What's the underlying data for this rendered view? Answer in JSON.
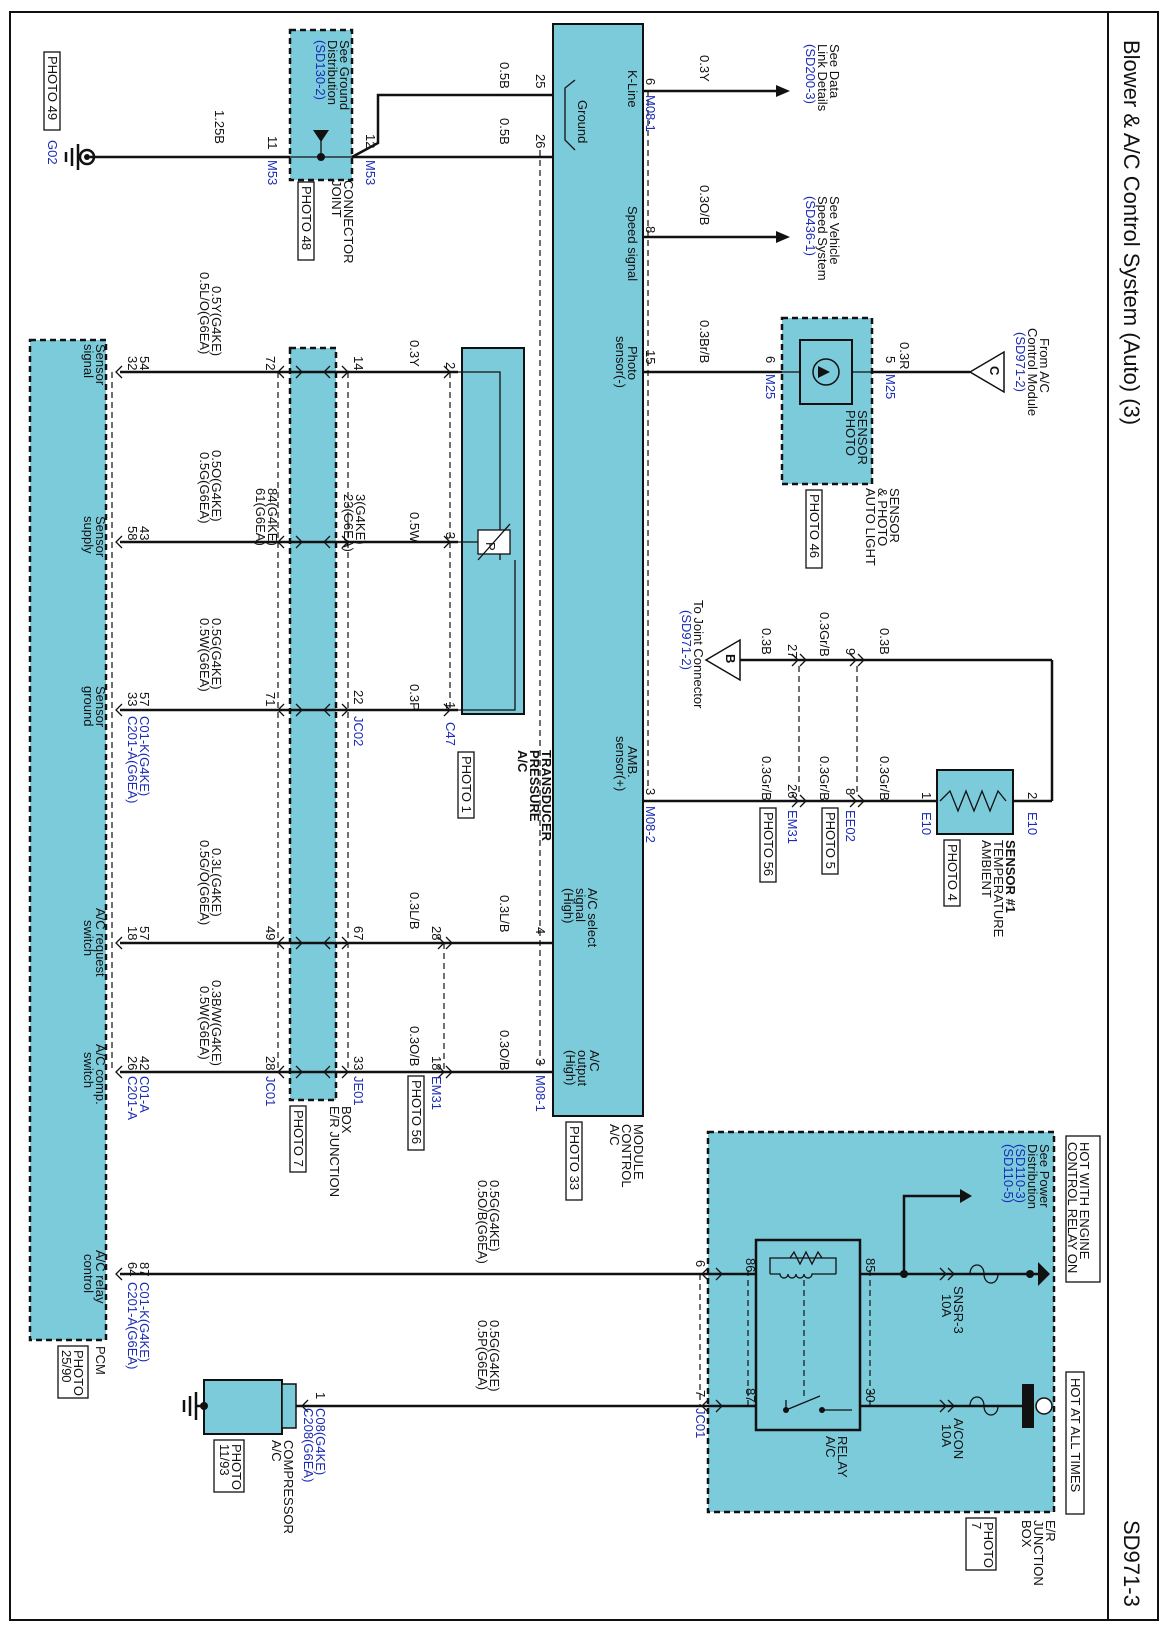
{
  "title": "Blower & A/C Control System (Auto) (3)",
  "page_code": "SD971-3",
  "ground": {
    "photo": "PHOTO 49",
    "id": "G02",
    "wire": "1.25B"
  },
  "ground_dist": {
    "line1": "See Ground",
    "line2": "Distribution",
    "ref": "(SD130-2)"
  },
  "joint_connector": {
    "conn_left": "M53",
    "conn_right": "M53",
    "pin_left": "11",
    "pin_right": "12",
    "line1": "JOINT",
    "line2": "CONNECTOR",
    "photo": "PHOTO 48"
  },
  "ground_wires": {
    "w25": "0.5B",
    "w26": "0.5B",
    "p25": "25",
    "p26": "26",
    "ground_label": "Ground"
  },
  "ac_module": {
    "line1": "A/C",
    "line2": "CONTROL",
    "line3": "MODULE",
    "photo": "PHOTO 33",
    "kline": {
      "label": "K-Line",
      "pin": "6",
      "conn": "M08-1",
      "wire": "0.3Y",
      "see1": "See Data",
      "see2": "Link Details",
      "ref": "(SD200-3)"
    },
    "speed": {
      "label": "Speed signal",
      "pin": "8",
      "wire": "0.3O/B",
      "see1": "See Vehicle",
      "see2": "Speed System",
      "ref": "(SD436-1)"
    },
    "photo_sensor": {
      "label1": "Photo",
      "label2": "sensor(-)",
      "pin": "15",
      "wire": "0.3Br/B"
    },
    "amb": {
      "label1": "AMB.",
      "label2": "sensor(+)",
      "pin": "3",
      "conn": "M08-2"
    },
    "select": {
      "label1": "A/C select",
      "label2": "signal",
      "label3": "(High)",
      "pin": "4",
      "wire": "0.3L/B"
    },
    "output": {
      "label1": "A/C",
      "label2": "output",
      "label3": "(High)",
      "pin": "3",
      "wire": "0.3O/B",
      "conn": "M08-1"
    }
  },
  "photo_sensor_unit": {
    "pin_out": "6",
    "pin_in": "5",
    "conn_out": "M25",
    "conn_in": "M25",
    "wire_in": "0.3R",
    "from1": "From A/C",
    "from2": "Control Module",
    "from_ref": "(SD971-2)",
    "letter": "C",
    "name1": "PHOTO",
    "name2": "SENSOR",
    "desc1": "AUTO LIGHT",
    "desc2": "& PHOTO",
    "desc3": "SENSOR",
    "photo": "PHOTO 46"
  },
  "ambient_sensor": {
    "pin1": "1",
    "pin2": "2",
    "conn1": "E10",
    "conn2": "E10",
    "name1": "AMBIENT",
    "name2": "TEMPERATURE",
    "name3": "SENSOR #1",
    "photo": "PHOTO 4",
    "wire_top": "0.3B",
    "wire_sig": "0.3Gr/B",
    "ee02_pin_top": "9",
    "ee02_pin_sig": "8",
    "ee02_wire_top": "0.3Gr/B",
    "ee02_wire_sig": "0.3Gr/B",
    "ee02": "EE02",
    "ee02_photo": "PHOTO 5",
    "em31_pin_top": "27",
    "em31_pin_sig": "26",
    "em31_wire_top": "0.3B",
    "em31_wire_sig": "0.3Gr/B",
    "em31": "EM31",
    "em31_photo": "PHOTO 56",
    "joint1": "To Joint Connector",
    "joint_ref": "(SD971-2)",
    "letter": "B"
  },
  "transducer": {
    "name1": "A/C",
    "name2": "PRESSURE",
    "name3": "TRANSDUCER",
    "photo": "PHOTO 1",
    "conn": "C47",
    "pin_sig": "2",
    "pin_sup": "3",
    "pin_gnd": "1",
    "wire_sig": "0.3Y",
    "wire_sup": "0.5W",
    "wire_gnd": "0.3P",
    "p_letter": "P"
  },
  "jc02": {
    "conn": "JC02",
    "pin_sig": "14",
    "pin_sup_a": "3(G4KE)",
    "pin_sup_b": "23(G6EA)",
    "pin_gnd": "22"
  },
  "er_box": {
    "line1": "E/R JUNCTION",
    "line2": "BOX",
    "photo": "PHOTO 7",
    "pin_sig": "72",
    "pin_sup_a": "84(G4KE)",
    "pin_sup_b": "61(G6EA)",
    "pin_gnd": "71",
    "pin_req": "49",
    "pin_comp": "28",
    "je01": "JE01",
    "jc01": "JC01",
    "je01_pin_req": "67",
    "je01_pin_comp": "33"
  },
  "pcm_wires": {
    "sig_a": "0.5Y(G4KE)",
    "sig_b": "0.5L/O(G6EA)",
    "sup_a": "0.5O(G4KE)",
    "sup_b": "0.5G(G6EA)",
    "gnd_a": "0.5G(G4KE)",
    "gnd_b": "0.5W(G6EA)",
    "req_a": "0.3L(G4KE)",
    "req_b": "0.5G/O(G6EA)",
    "comp_a": "0.3B/W(G4KE)",
    "comp_b": "0.5W(G6EA)",
    "relay_a": "0.5G(G4KE)",
    "relay_b": "0.5O/B(G6EA)",
    "compr_a": "0.5G(G4KE)",
    "compr_b": "0.5P(G6EA)"
  },
  "em31_lower": {
    "conn": "EM31",
    "photo": "PHOTO 56",
    "pin_req": "28",
    "pin_comp": "18",
    "wire_req": "0.3L/B",
    "wire_comp": "0.3O/B"
  },
  "pcm": {
    "name": "PCM",
    "photo1": "PHOTO",
    "photo2": "25/90",
    "sig_label1": "Sensor",
    "sig_label2": "signal",
    "sig_pin_a": "54",
    "sig_pin_b": "32",
    "sup_label1": "Sensor",
    "sup_label2": "supply",
    "sup_pin_a": "43",
    "sup_pin_b": "58",
    "gnd_label1": "Sensor",
    "gnd_label2": "ground",
    "gnd_pin_a": "57",
    "gnd_pin_b": "33",
    "gnd_conn_a": "C01-K(G4KE)",
    "gnd_conn_b": "C201-A(G6EA)",
    "req_label1": "A/C request",
    "req_label2": "switch",
    "req_pin_a": "57",
    "req_pin_b": "18",
    "comp_label1": "A/C comp.",
    "comp_label2": "switch",
    "comp_pin_a": "42",
    "comp_pin_b": "26",
    "comp_conn_a": "C01-A",
    "comp_conn_b": "C201-A",
    "relay_label1": "A/C relay",
    "relay_label2": "control",
    "relay_pin_a": "87",
    "relay_pin_b": "64",
    "relay_conn_a": "C01-K(G4KE)",
    "relay_conn_b": "C201-A(G6EA)"
  },
  "relay_box": {
    "hot1": "HOT WITH ENGINE",
    "hot2": "CONTROL RELAY ON",
    "hot_all": "HOT AT ALL TIMES",
    "power1": "See Power",
    "power2": "Distribution",
    "ref1": "(SD110-3)",
    "ref2": "(SD110-5)",
    "fuse1_name": "SNSR-3",
    "fuse1_amp": "10A",
    "fuse2_name": "A/CON",
    "fuse2_amp": "10A",
    "relay_name1": "A/C",
    "relay_name2": "RELAY",
    "p85": "85",
    "p86": "86",
    "p87": "87",
    "p30": "30",
    "pin6": "6",
    "pin7": "7",
    "jc01": "JC01",
    "box1": "E/R",
    "box2": "JUNCTION",
    "box3": "BOX",
    "box_photo1": "PHOTO",
    "box_photo2": "7"
  },
  "compressor": {
    "pin": "1",
    "conn_a": "C08(G4KE)",
    "conn_b": "C208(G6EA)",
    "name1": "A/C",
    "name2": "COMPRESSOR",
    "photo1": "PHOTO",
    "photo2": "11/93"
  }
}
